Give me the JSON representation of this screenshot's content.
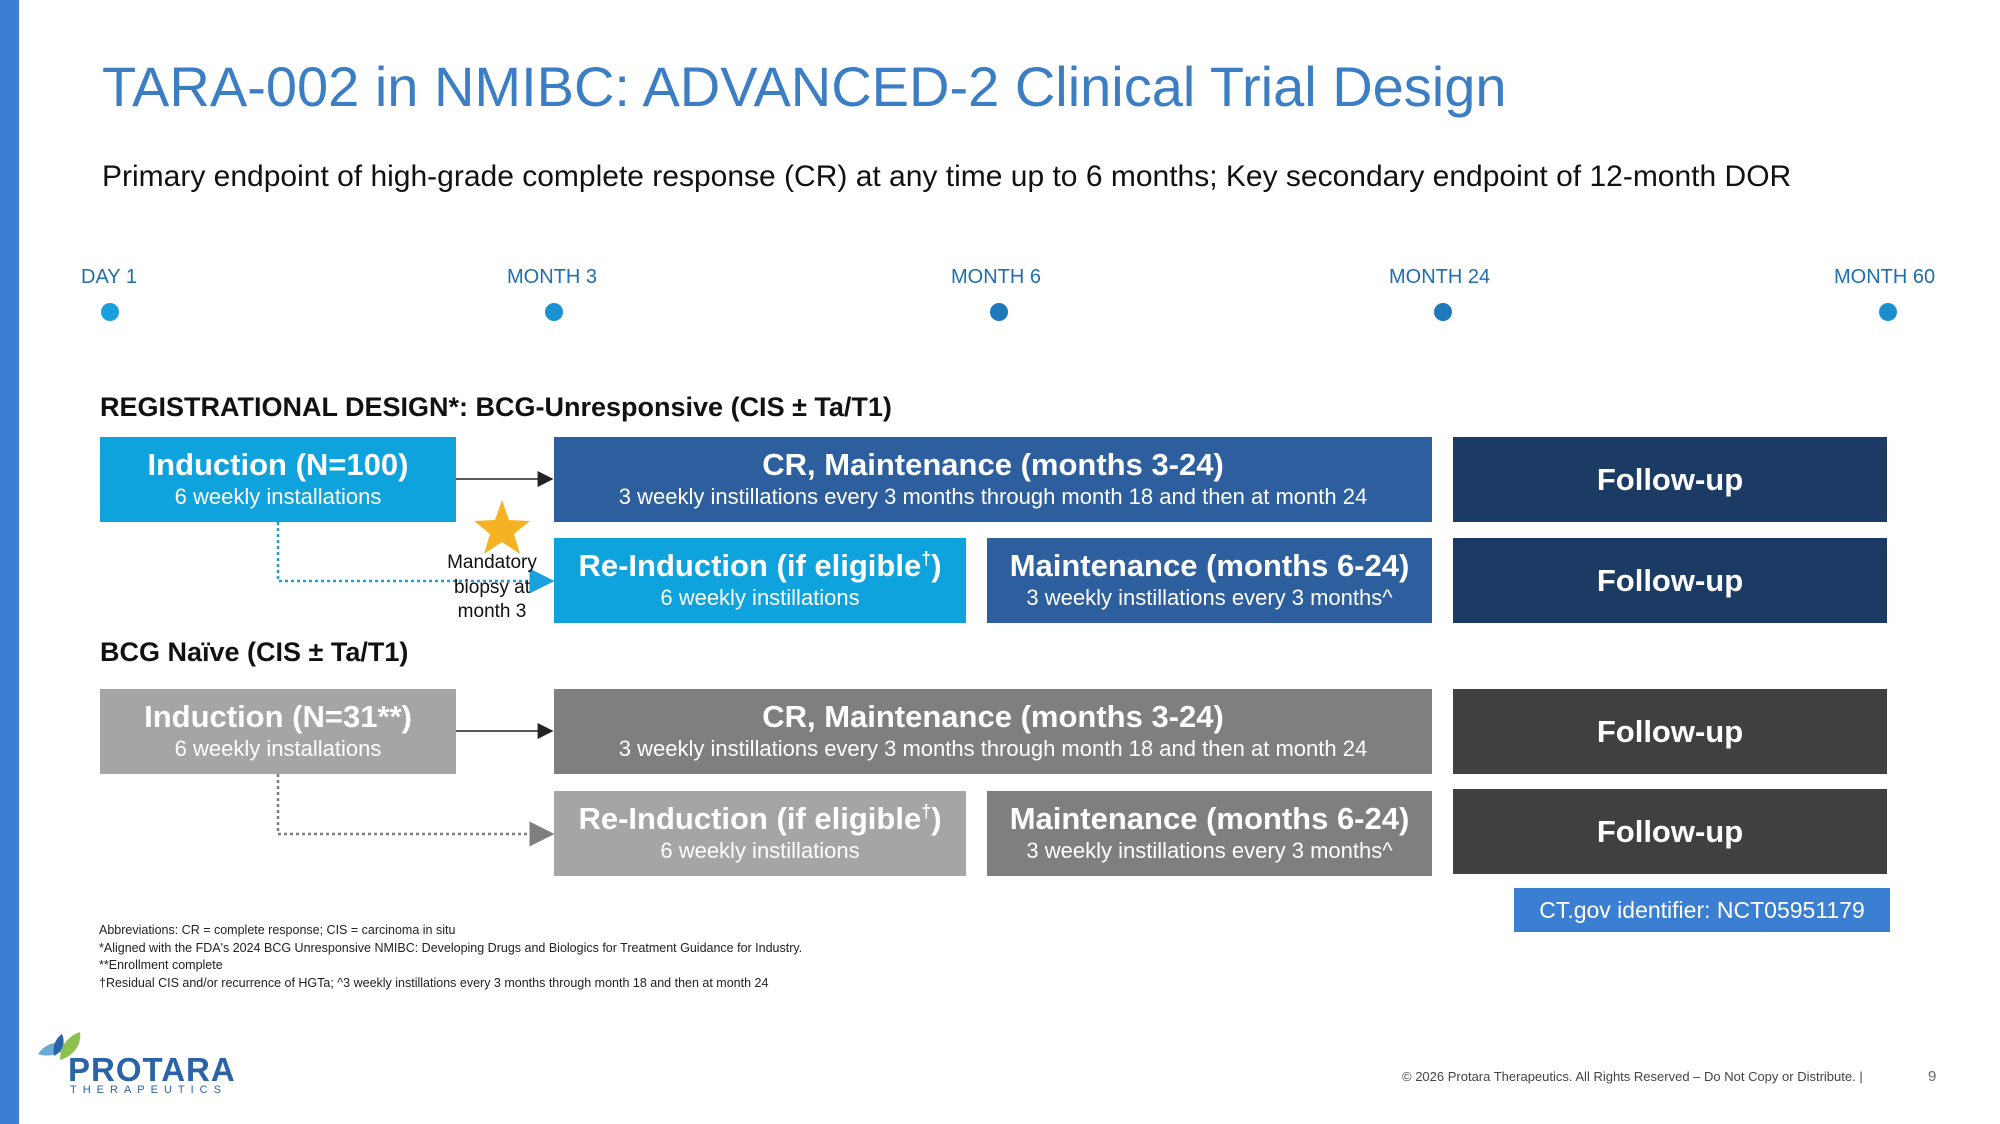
{
  "title": "TARA-002 in NMIBC: ADVANCED-2 Clinical Trial Design",
  "subtitle": "Primary endpoint of high-grade complete response (CR) at any time up to 6 months; Key secondary endpoint of 12-month DOR",
  "timeline": {
    "labels": [
      "DAY 1",
      "MONTH 3",
      "MONTH 6",
      "MONTH 24",
      "MONTH 60"
    ],
    "color": "#1f6fb0"
  },
  "registrational": {
    "heading": "REGISTRATIONAL DESIGN*:  BCG-Unresponsive (CIS ± Ta/T1)",
    "induction": {
      "title": "Induction (N=100)",
      "sub": "6 weekly installations"
    },
    "cr_maintenance": {
      "title": "CR, Maintenance (months 3-24)",
      "sub": "3 weekly instillations every 3 months through month 18 and then at month 24"
    },
    "followup1": "Follow-up",
    "reinduction": {
      "title": "Re-Induction (if eligible",
      "dagger": "†",
      "close": ")",
      "sub": "6 weekly instillations"
    },
    "maintenance": {
      "title": "Maintenance (months 6-24)",
      "sub": "3 weekly instillations every 3 months^"
    },
    "followup2": "Follow-up",
    "biopsy_note": "Mandatory biopsy at month 3"
  },
  "naive": {
    "heading": "BCG Naïve (CIS ± Ta/T1)",
    "induction": {
      "title": "Induction (N=31**)",
      "sub": "6 weekly installations"
    },
    "cr_maintenance": {
      "title": "CR, Maintenance (months 3-24)",
      "sub": "3 weekly instillations every 3 months through month 18 and then at month 24"
    },
    "followup1": "Follow-up",
    "reinduction": {
      "title": "Re-Induction (if eligible",
      "dagger": "†",
      "close": ")",
      "sub": "6 weekly instillations"
    },
    "maintenance": {
      "title": "Maintenance (months 6-24)",
      "sub": "3 weekly instillations every 3 months^"
    },
    "followup2": "Follow-up"
  },
  "ctgov": "CT.gov identifier: NCT05951179",
  "footnotes": [
    "Abbreviations: CR = complete response; CIS = carcinoma in situ",
    "*Aligned with the FDA's 2024 BCG Unresponsive NMIBC: Developing Drugs and Biologics for Treatment Guidance for Industry.",
    "**Enrollment complete",
    "†Residual CIS and/or recurrence of HGTa; ^3 weekly instillations every 3 months through month 18 and then at month 24"
  ],
  "copyright": "© 2026 Protara Therapeutics. All Rights Reserved – Do Not Copy or Distribute.  |",
  "page_number": "9",
  "logo": {
    "name": "PROTARA",
    "tagline": "THERAPEUTICS"
  },
  "colors": {
    "accent": "#3a7fd1",
    "light_blue": "#0fa3dd",
    "mid_blue": "#2d5f9e",
    "navy": "#1b3a64",
    "grey_light": "#a5a5a5",
    "grey_mid": "#7f7f7f",
    "grey_dark": "#404040",
    "star": "#f5b324"
  }
}
